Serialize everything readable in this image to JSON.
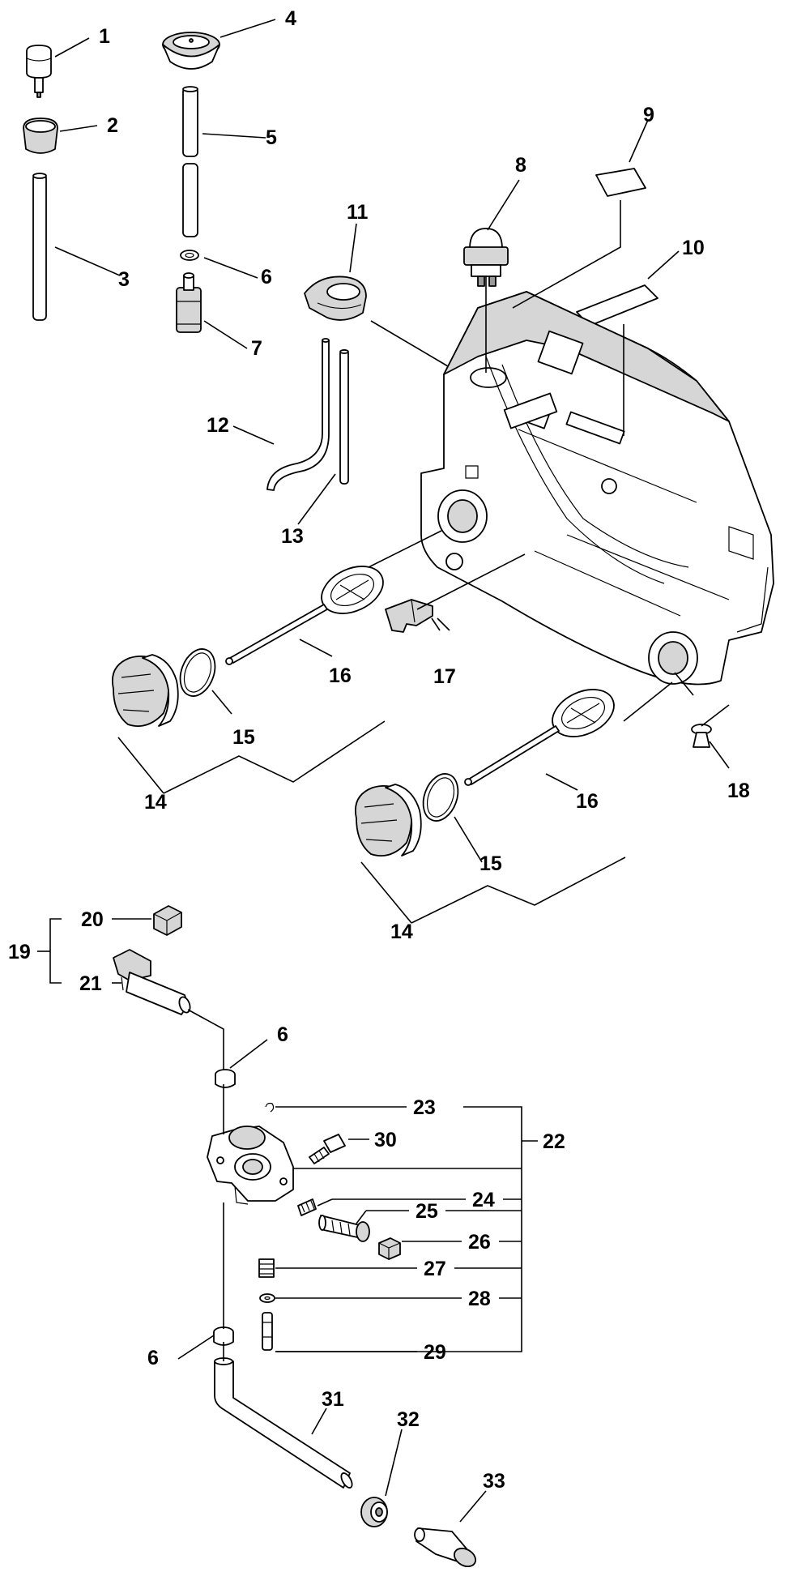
{
  "callouts": {
    "c1": "1",
    "c2": "2",
    "c3": "3",
    "c4": "4",
    "c5": "5",
    "c6a": "6",
    "c7": "7",
    "c8": "8",
    "c9": "9",
    "c10": "10",
    "c11": "11",
    "c12": "12",
    "c13": "13",
    "c14a": "14",
    "c15a": "15",
    "c16a": "16",
    "c17": "17",
    "c18": "18",
    "c16b": "16",
    "c15b": "15",
    "c14b": "14",
    "c19": "19",
    "c20": "20",
    "c21": "21",
    "c6b": "6",
    "c22": "22",
    "c23": "23",
    "c30": "30",
    "c24": "24",
    "c25": "25",
    "c26": "26",
    "c27": "27",
    "c28": "28",
    "c29": "29",
    "c6c": "6",
    "c31": "31",
    "c32": "32",
    "c33": "33"
  }
}
